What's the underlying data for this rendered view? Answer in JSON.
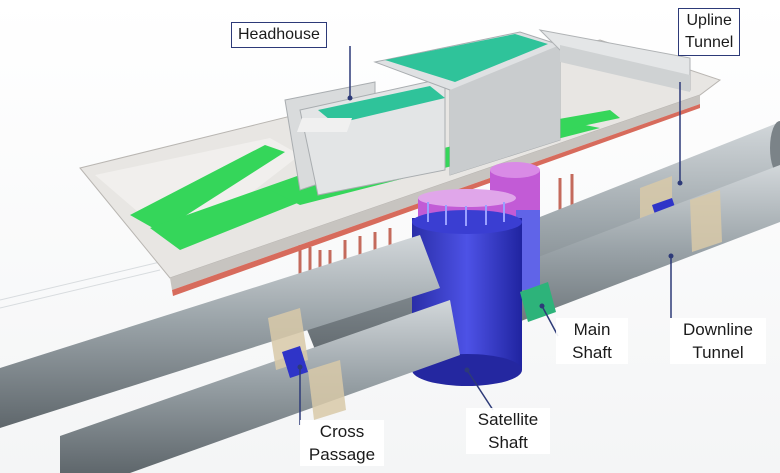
{
  "labels": {
    "headhouse": "Headhouse",
    "upline_tunnel": [
      "Upline",
      "Tunnel"
    ],
    "downline_tunnel": [
      "Downline",
      "Tunnel"
    ],
    "main_shaft": [
      "Main",
      "Shaft"
    ],
    "satellite_shaft": [
      "Satellite",
      "Shaft"
    ],
    "cross_passage": [
      "Cross",
      "Passage"
    ]
  },
  "colors": {
    "tunnel": "#9aa3a8",
    "shaft": "#3b3fd6",
    "shaft_upper": "#c25bd6",
    "deck_walkway": "#35d65a",
    "platform": "#e8e6e3",
    "leader_line": "#2d3a78"
  }
}
